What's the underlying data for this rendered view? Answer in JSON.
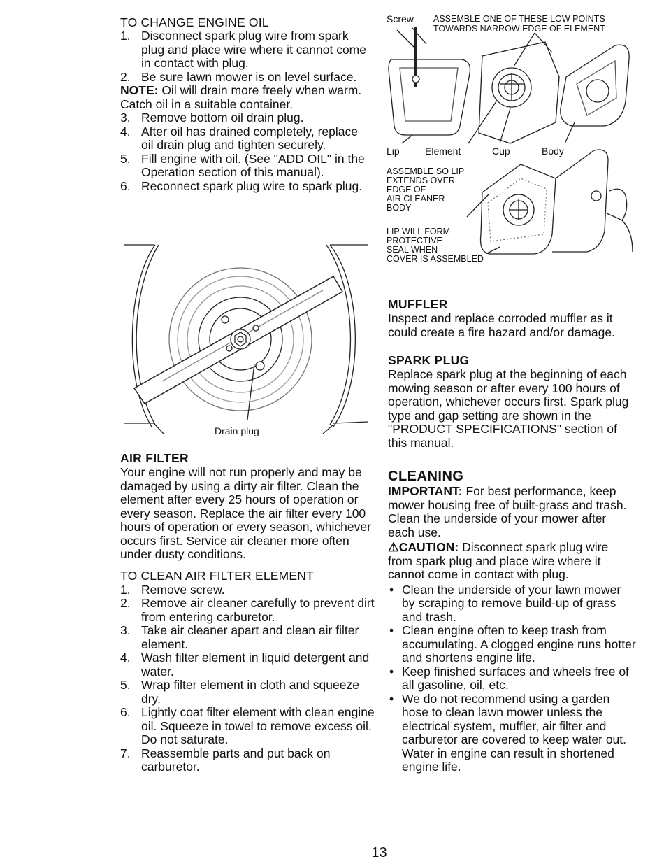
{
  "oil": {
    "title": "TO CHANGE ENGINE OIL",
    "steps": [
      "Disconnect spark plug wire from spark plug and place wire where it cannot come in contact with plug.",
      "Be sure lawn mower is on level surface."
    ],
    "note_label": "NOTE:",
    "note_text": " Oil will drain more freely when warm. Catch oil in a suitable container.",
    "steps2": [
      "Remove bottom oil drain plug.",
      "After oil has drained completely, replace oil drain plug and tighten securely.",
      "Fill engine with oil. (See \"ADD OIL\" in the Operation section of this manual).",
      "Reconnect spark plug wire to spark plug."
    ]
  },
  "blade_figure": {
    "label": "Drain plug"
  },
  "air_filter": {
    "heading": "AIR FILTER",
    "body": "Your engine will not run properly and may be damaged by using a dirty air filter. Clean the element after every 25 hours of operation or every season. Replace the air filter every 100 hours of operation or every season, whichever occurs first. Service air cleaner more often under dusty conditions.",
    "sub_heading": "TO CLEAN AIR FILTER ELEMENT",
    "steps": [
      "Remove screw.",
      "Remove air cleaner carefully to prevent dirt from entering carburetor.",
      "Take air cleaner apart and clean air filter element.",
      "Wash filter element in liquid detergent and water.",
      "Wrap filter element in cloth and squeeze dry.",
      "Lightly coat filter element with clean engine oil. Squeeze in towel to remove excess oil. Do not saturate.",
      "Reassemble parts and put back on carburetor."
    ]
  },
  "filter_figure": {
    "screw": "Screw",
    "assemble_note_1": "ASSEMBLE ONE OF THESE LOW POINTS",
    "assemble_note_2": "TOWARDS NARROW EDGE OF ELEMENT",
    "lip": "Lip",
    "element": "Element",
    "cup": "Cup",
    "body": "Body",
    "lip_note": [
      "ASSEMBLE SO LIP",
      "EXTENDS OVER",
      "EDGE OF",
      "AIR CLEANER",
      "BODY"
    ],
    "seal_note": [
      "LIP WILL FORM",
      "PROTECTIVE",
      "SEAL WHEN",
      "COVER IS ASSEMBLED"
    ]
  },
  "muffler": {
    "heading": "MUFFLER",
    "body": "Inspect and replace corroded muffler as it could create a fire hazard and/or damage."
  },
  "spark_plug": {
    "heading": "SPARK PLUG",
    "body": "Replace spark plug at the beginning of each mowing season or after every 100 hours of operation, whichever occurs first. Spark plug type and gap setting are shown in the \"PRODUCT SPECIFICATIONS\" section of this manual."
  },
  "cleaning": {
    "heading": "CLEANING",
    "important_label": "IMPORTANT:",
    "important_text": " For best performance, keep mower housing free of built-grass and trash. Clean the underside of your mower after each use.",
    "caution_label": "CAUTION:",
    "caution_text": " Disconnect spark plug wire from spark plug and place wire where it cannot come in contact with plug.",
    "bullets": [
      "Clean the underside of your lawn mower by scraping to remove build-up of grass and trash.",
      "Clean engine often to keep trash from accumulating. A clogged engine runs hotter and shortens engine life.",
      "Keep finished surfaces and wheels free of all gasoline, oil, etc.",
      "We do not recommend using a garden hose to clean lawn mower unless the electrical system, muffler, air filter and carburetor are covered to keep water out. Water in engine can result in shortened engine life."
    ]
  },
  "page_number": "13"
}
